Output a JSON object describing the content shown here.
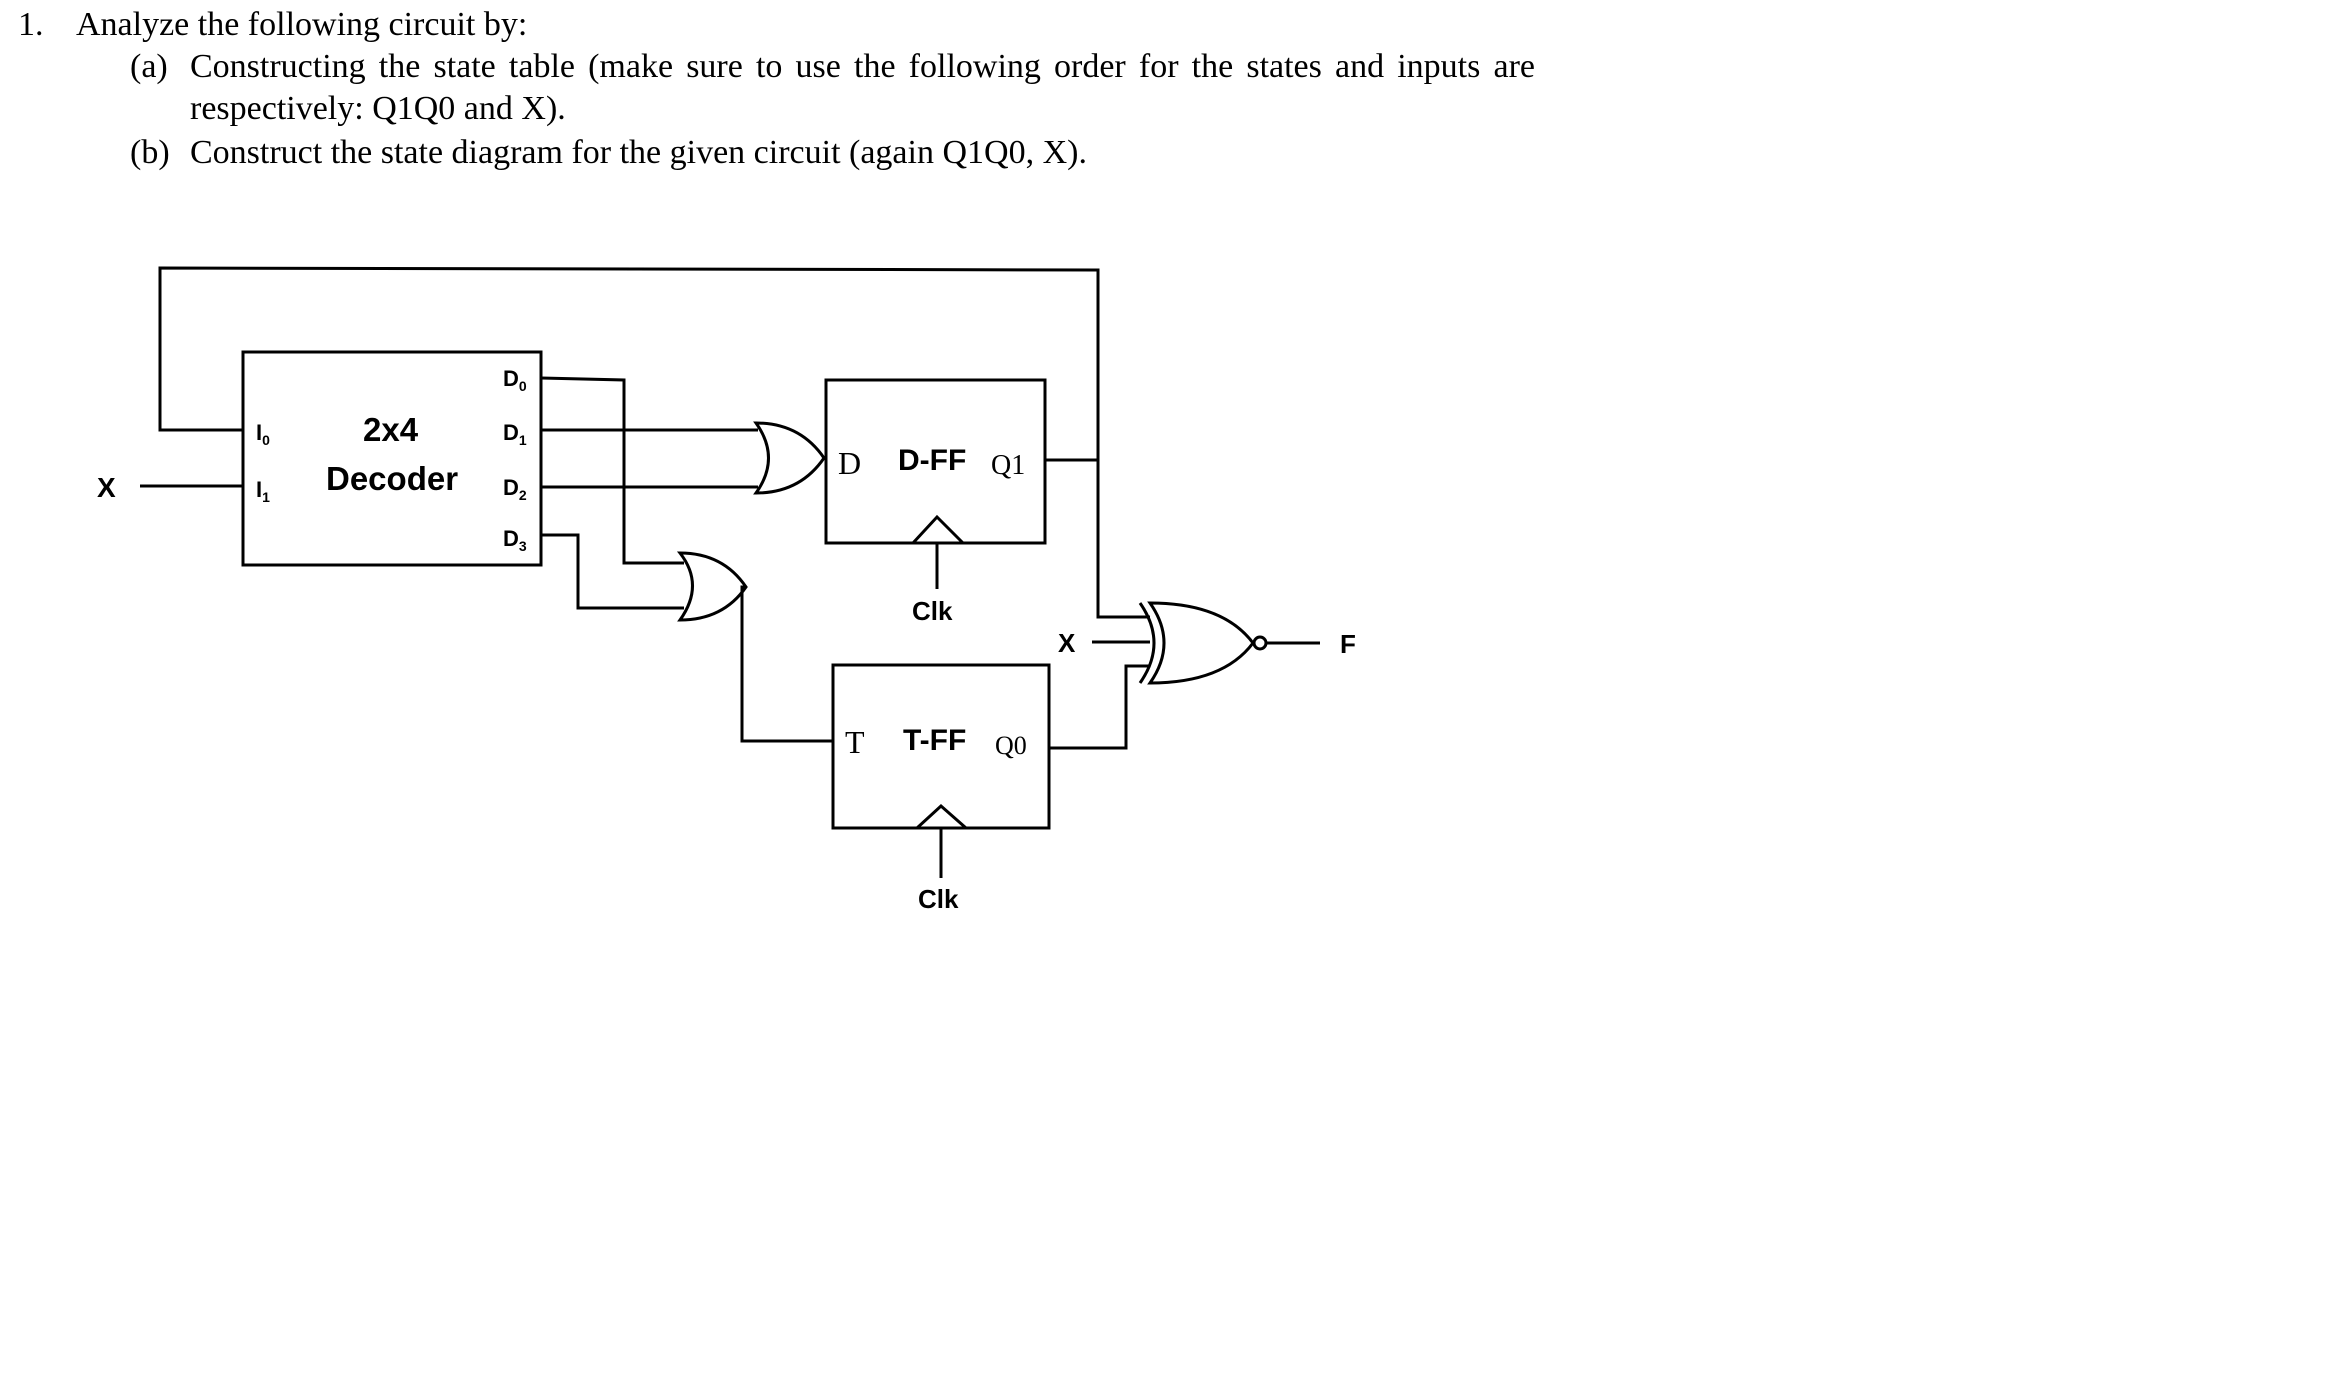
{
  "question": {
    "number": "1.",
    "text": "Analyze the following circuit by:",
    "parts": [
      {
        "label": "(a)",
        "text": "Constructing the state table (make sure to use the following order for the states and inputs are respectively: Q1Q0 and X)."
      },
      {
        "label": "(b)",
        "text": "Construct the state diagram for the given circuit (again Q1Q0, X)."
      }
    ]
  },
  "circuit": {
    "input_x": "X",
    "decoder": {
      "title": "2x4",
      "subtitle": "Decoder",
      "inputs": [
        "I0",
        "I1"
      ],
      "outputs": [
        "D0",
        "D1",
        "D2",
        "D3"
      ]
    },
    "dff": {
      "input": "D",
      "name": "D-FF",
      "output": "Q1",
      "clock": "Clk"
    },
    "tff": {
      "input": "T",
      "name": "T-FF",
      "output": "Q0",
      "clock": "Clk"
    },
    "xnor": {
      "input_x": "X",
      "output": "F"
    }
  }
}
